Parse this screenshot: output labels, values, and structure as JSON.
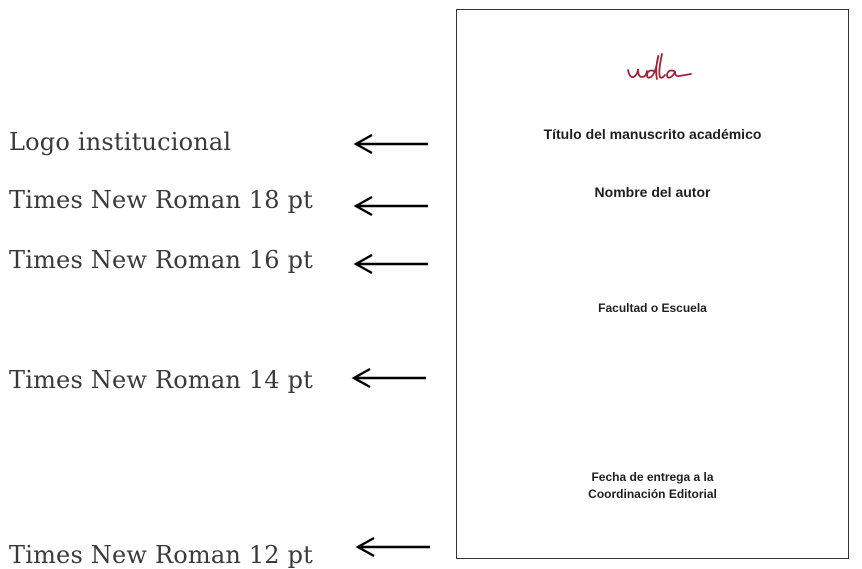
{
  "annotations": {
    "logo": "Logo institucional",
    "size18": "Times New Roman 18 pt",
    "size16": "Times New Roman 16 pt",
    "size14": "Times New Roman 14 pt",
    "size12": "Times New Roman 12 pt"
  },
  "cover_page": {
    "logo_text": "udla",
    "title": "Título del manuscrito académico",
    "author": "Nombre del autor",
    "faculty": "Facultad o Escuela",
    "date_line1": "Fecha de entrega a la",
    "date_line2": "Coordinación Editorial"
  },
  "colors": {
    "logo": "#a0223a",
    "arrow": "#000000",
    "label": "#3a3a3a"
  }
}
